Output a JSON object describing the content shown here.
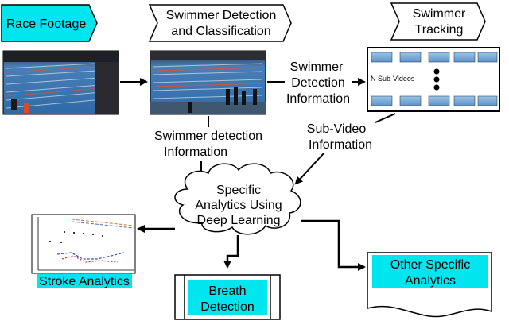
{
  "diagram": {
    "stage_race": {
      "label": "Race Footage"
    },
    "stage_detection": {
      "line1": "Swimmer Detection",
      "line2": "and Classification"
    },
    "stage_tracking": {
      "line1": "Swimmer",
      "line2": "Tracking"
    },
    "edge_detection_info": {
      "line1": "Swimmer",
      "line2": "Detection",
      "line3": "Information"
    },
    "edge_swimmer_detection": {
      "line1": "Swimmer detection",
      "line2": "Information"
    },
    "edge_subvideo": {
      "line1": "Sub-Video",
      "line2": "Information"
    },
    "subvideos_label": "N Sub-Videos",
    "cloud": {
      "line1": "Specific",
      "line2": "Analytics Using",
      "line3": "Deep Learning"
    },
    "out_stroke": {
      "label": "Stroke Analytics"
    },
    "out_breath": {
      "line1": "Breath",
      "line2": "Detection"
    },
    "out_other": {
      "line1": "Other Specific",
      "line2": "Analytics"
    },
    "colors": {
      "accent_cyan": "#00e5ee",
      "pool_blue": "#3a6fa8",
      "line": "#000000"
    }
  }
}
